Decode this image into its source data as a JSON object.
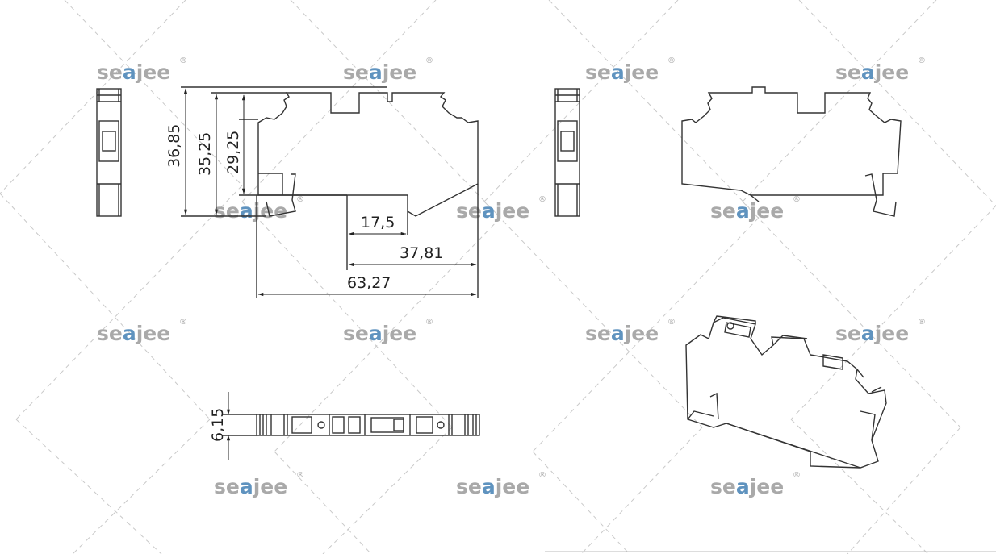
{
  "watermark": {
    "pre": "se",
    "accent": "a",
    "post": "jee",
    "registered": "®",
    "colors": {
      "text": "#a9a9a9",
      "accent": "#5f93bf"
    }
  },
  "dimensions": {
    "h1": "36,85",
    "h2": "35,25",
    "h3": "29,25",
    "w1": "17,5",
    "w2": "37,81",
    "w3": "63,27",
    "thickness": "6,15"
  },
  "views": [
    {
      "name": "side-view-left"
    },
    {
      "name": "front-view"
    },
    {
      "name": "side-view-right"
    },
    {
      "name": "back-view"
    },
    {
      "name": "top-view"
    },
    {
      "name": "isometric-view"
    }
  ]
}
